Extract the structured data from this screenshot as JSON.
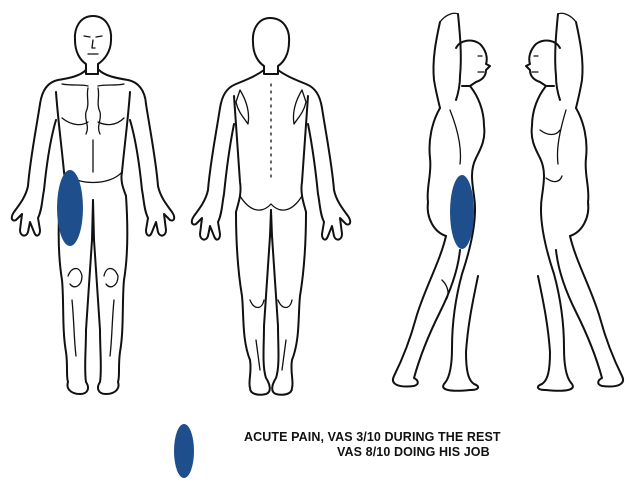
{
  "figure": {
    "views": [
      "front-view",
      "back-view",
      "right-side-view",
      "left-side-view"
    ],
    "marker_color": "#1f4e8c",
    "line_color": "#111111",
    "background": "#ffffff"
  },
  "legend": {
    "marker_color": "#1f4e8c",
    "line1": "ACUTE PAIN, VAS 3/10 DURING THE REST",
    "line2": "VAS 8/10 DOING HIS JOB"
  }
}
